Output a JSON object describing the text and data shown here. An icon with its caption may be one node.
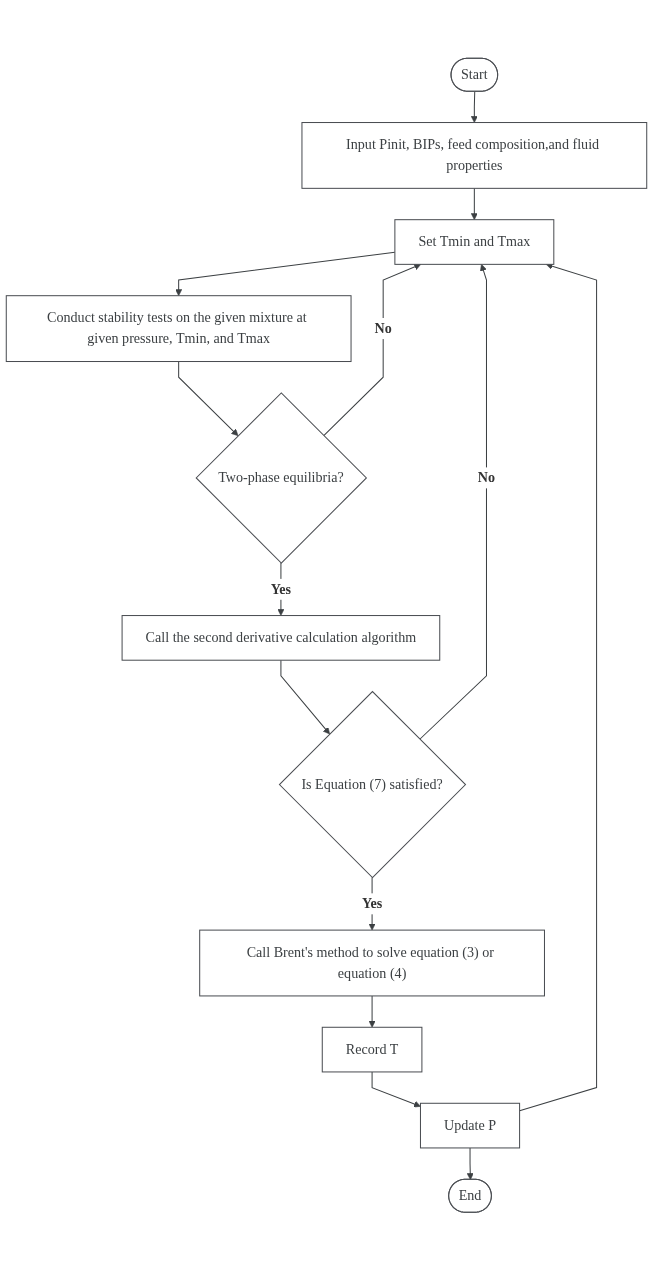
{
  "diagram": {
    "nodes": [
      {
        "text": [
          "Start"
        ]
      },
      {
        "text": [
          "Input Pinit, BIPs, feed composition,and fluid properties"
        ]
      },
      {
        "text": [
          "Set Tmin and Tmax"
        ]
      },
      {
        "text": [
          "Conduct stability tests on the given mixture at given pressure, Tmin, and Tmax"
        ]
      },
      {
        "text": [
          "Two-phase equilibria?"
        ]
      },
      {
        "text": [
          "Call the second derivative calculation algorithm"
        ]
      },
      {
        "text": [
          "Is Equation (7) satisfied?"
        ]
      },
      {
        "text": [
          "Call Brent's method to solve equation (3) or equation (4)"
        ]
      },
      {
        "text": [
          "Record T"
        ]
      },
      {
        "text": [
          "Update P"
        ]
      },
      {
        "text": [
          "End"
        ]
      }
    ],
    "edges": [
      {
        "from": 0,
        "to": 1,
        "arrow": "to"
      },
      {
        "from": 1,
        "to": 2,
        "arrow": "to"
      },
      {
        "from": 2,
        "to": 3,
        "arrow": "to"
      },
      {
        "from": 3,
        "to": 4,
        "arrow": "to"
      },
      {
        "from": 4,
        "to": 2,
        "arrow": "to",
        "label": "No"
      },
      {
        "from": 4,
        "to": 5,
        "arrow": "to",
        "label": "Yes"
      },
      {
        "from": 5,
        "to": 6,
        "arrow": "to"
      },
      {
        "from": 6,
        "to": 2,
        "arrow": "to",
        "label": "No"
      },
      {
        "from": 6,
        "to": 7,
        "arrow": "to",
        "label": "Yes"
      },
      {
        "from": 7,
        "to": 8,
        "arrow": "to"
      },
      {
        "from": 8,
        "to": 9,
        "arrow": "to"
      },
      {
        "from": 9,
        "to": 2,
        "arrow": "to"
      },
      {
        "from": 9,
        "to": 10,
        "arrow": "to"
      }
    ]
  }
}
